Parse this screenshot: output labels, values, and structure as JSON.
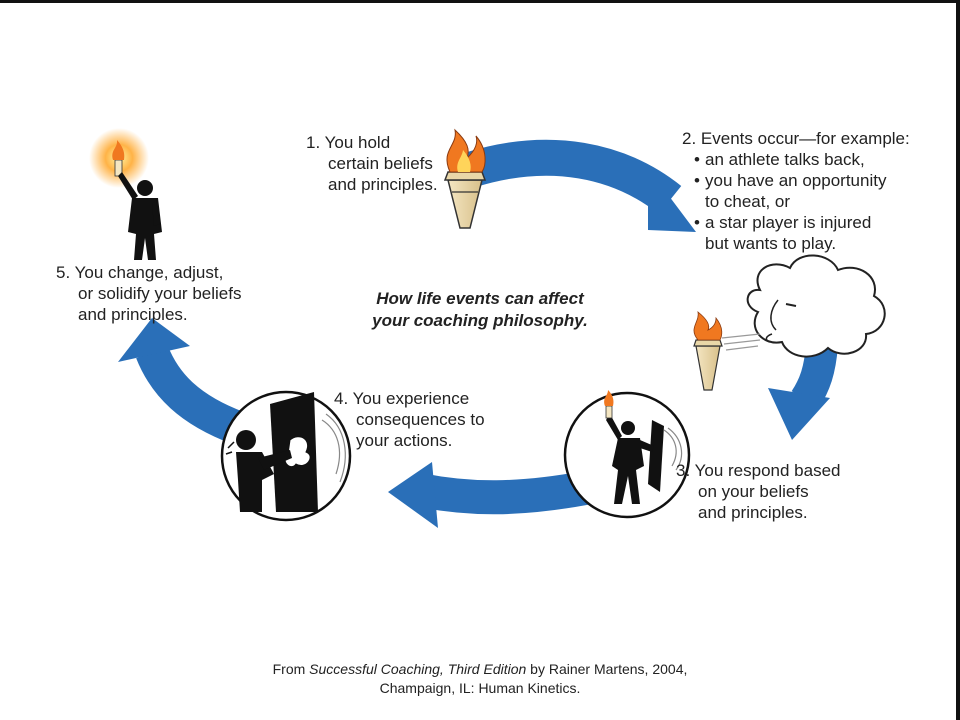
{
  "steps": [
    {
      "number": "1.",
      "lines": [
        "You hold",
        "certain beliefs",
        "and principles."
      ]
    },
    {
      "number": "2.",
      "heading": "Events occur—for example:",
      "bullets": [
        [
          "an athlete talks back,"
        ],
        [
          "you have an opportunity",
          "to cheat, or"
        ],
        [
          "a star player is injured",
          "but wants to play."
        ]
      ]
    },
    {
      "number": "3.",
      "lines": [
        "You respond based",
        "on your beliefs",
        "and principles."
      ]
    },
    {
      "number": "4.",
      "lines": [
        "You experience",
        "consequences to",
        "your actions."
      ]
    },
    {
      "number": "5.",
      "lines": [
        "You change, adjust,",
        "or solidify your beliefs",
        "and principles."
      ]
    }
  ],
  "center_title": [
    "How life events can affect",
    "your coaching philosophy."
  ],
  "credit": {
    "prefix": "From ",
    "book": "Successful Coaching, Third Edition",
    "suffix": " by Rainer Martens, 2004,",
    "line2": "Champaign, IL:  Human Kinetics."
  },
  "colors": {
    "arrow": "#2a6fb8",
    "flame": "#f07820",
    "glow": "#ffb347",
    "ink": "#111111"
  }
}
